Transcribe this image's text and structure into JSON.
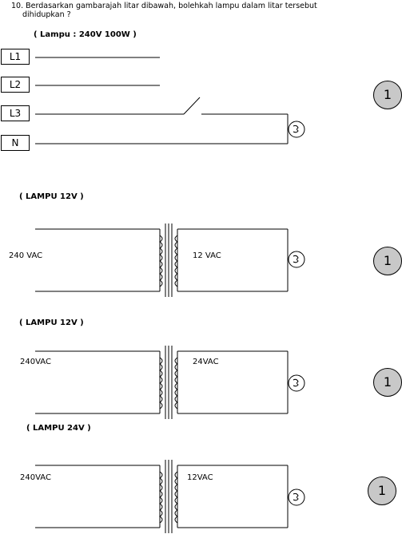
{
  "question": {
    "line1": "10. Berdasarkan gambarajah litar dibawah, bolehkah lampu dalam litar tersebut",
    "line2": "dihidupkan ?"
  },
  "circuits": [
    {
      "header": "( Lampu : 240V 100W )",
      "lines": [
        "L1",
        "L2",
        "L3",
        "N"
      ],
      "mark": "1"
    },
    {
      "header": "( LAMPU 12V  )",
      "primary": "240 VAC",
      "secondary": "12 VAC",
      "mark": "1"
    },
    {
      "header": "( LAMPU 12V )",
      "primary": "240VAC",
      "secondary": "24VAC",
      "mark": "1"
    },
    {
      "header": "( LAMPU 24V )",
      "primary": "240VAC",
      "secondary": "12VAC",
      "mark": "1"
    }
  ]
}
